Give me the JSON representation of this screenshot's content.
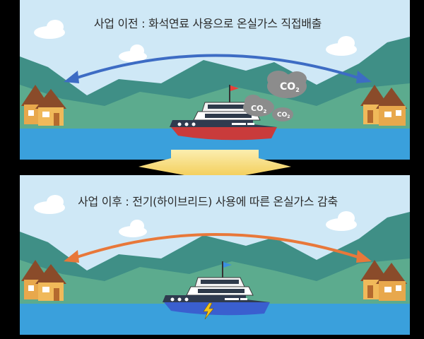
{
  "panels": [
    {
      "caption": "사업 이전 : 화석연료 사용으로 온실가스 직접배출",
      "arrow_color": "#3d6cc4",
      "flag_color": "#e8413a",
      "hull_color": "#c93b3b",
      "emissions": [
        {
          "label": "CO",
          "sub": "2"
        },
        {
          "label": "CO",
          "sub": "2"
        },
        {
          "label": "CO",
          "sub": "2"
        }
      ]
    },
    {
      "caption": "사업 이후 : 전기(하이브리드) 사용에 따른 온실가스 감축",
      "arrow_color": "#e8783a",
      "flag_color": "#3b8fe0",
      "hull_color": "#3a5fcf",
      "icon": "lightning-bolt-icon"
    }
  ],
  "colors": {
    "sky": "#cfe8f6",
    "sea": "#3aa0dc",
    "mountain_dark": "#3f8f86",
    "mountain_light": "#5cab8e",
    "transition_arrow": "#f7dc6f"
  }
}
